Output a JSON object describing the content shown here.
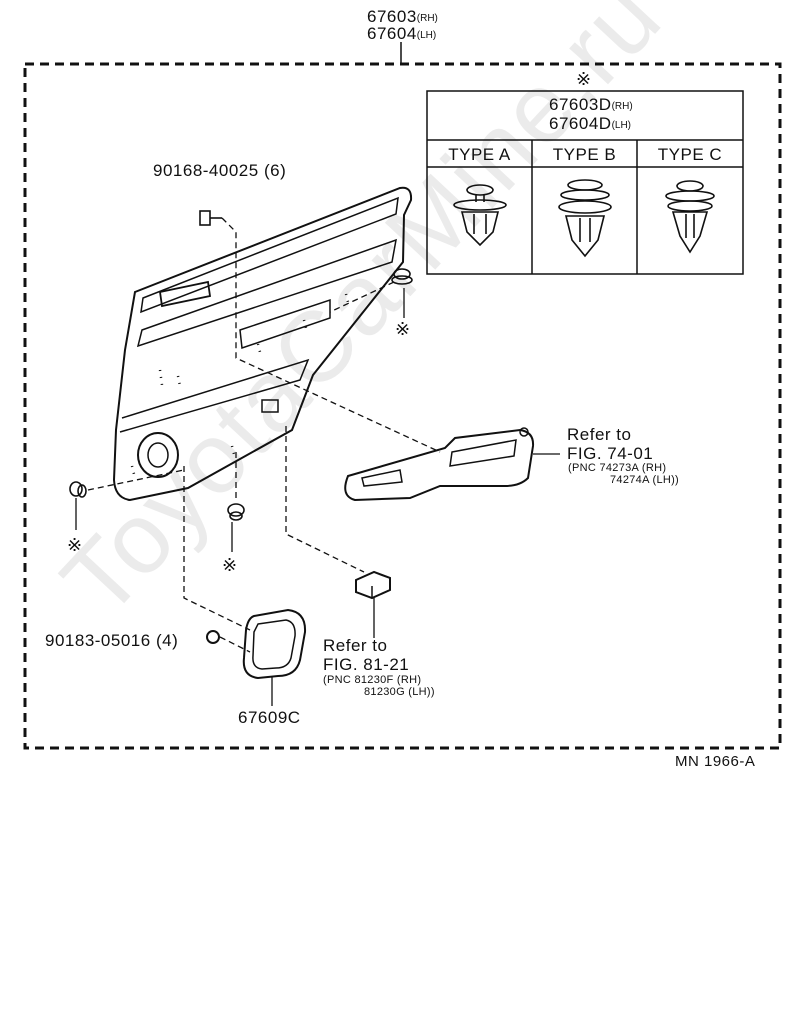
{
  "assembly": {
    "part_rh": "67603",
    "part_rh_suffix": "(RH)",
    "part_lh": "67604",
    "part_lh_suffix": "(LH)"
  },
  "clip_table": {
    "mark": "※",
    "part_rh": "67603D",
    "part_rh_suffix": "(RH)",
    "part_lh": "67604D",
    "part_lh_suffix": "(LH)",
    "types": [
      "TYPE A",
      "TYPE B",
      "TYPE C"
    ]
  },
  "screw": {
    "part": "90168-40025",
    "qty": "(6)"
  },
  "washer": {
    "part": "90183-05016",
    "qty": "(4)"
  },
  "pocket": {
    "part": "67609C"
  },
  "armrest_ref": {
    "line1": "Refer to",
    "line2": "FIG. 74-01",
    "pnc_rh": "(PNC 74273A (RH)",
    "pnc_lh": "74274A (LH))"
  },
  "switch_ref": {
    "line1": "Refer to",
    "line2": "FIG. 81-21",
    "pnc_rh": "(PNC 81230F (RH)",
    "pnc_lh": "81230G (LH))"
  },
  "clip_marks": [
    "※",
    "※",
    "※"
  ],
  "diagram_code": "MN 1966-A",
  "watermark": "ToyotaCarMine.ru"
}
